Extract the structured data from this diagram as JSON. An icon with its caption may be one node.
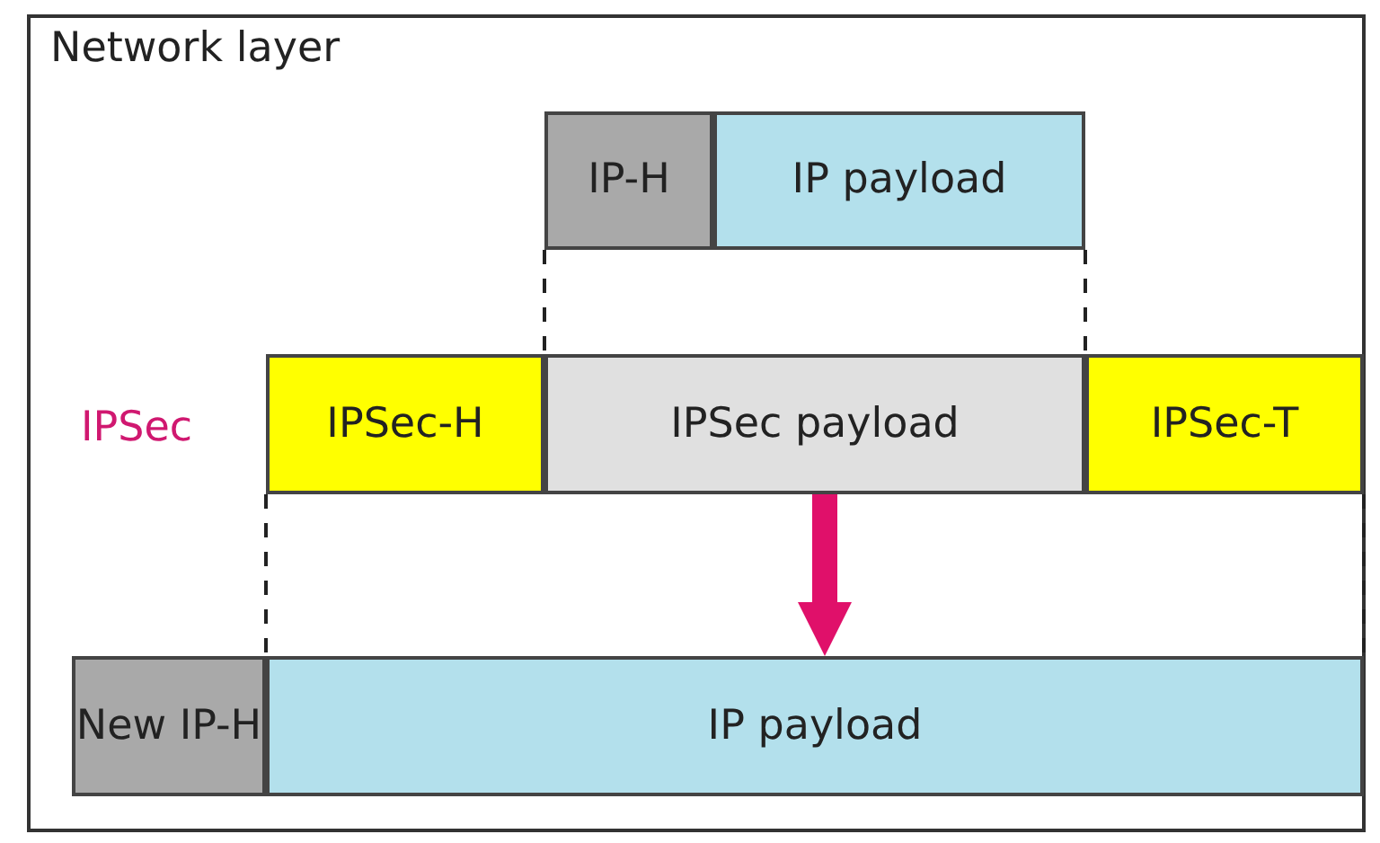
{
  "diagram": {
    "nodes": [
      {
        "text": [
          "Network layer"
        ]
      },
      {
        "text": [
          "IP-H"
        ],
        "in": 0
      },
      {
        "text": [
          "IP payload"
        ],
        "in": 0
      },
      {
        "text": [
          "IPSec-H"
        ],
        "in": 0
      },
      {
        "text": [
          "IPSec payload"
        ],
        "in": 0
      },
      {
        "text": [
          "IPSec-T"
        ],
        "in": 0
      },
      {
        "text": [
          "New IP-H"
        ],
        "in": 0
      },
      {
        "text": [
          "IP payload"
        ],
        "in": 0
      }
    ],
    "edges": [
      {
        "from": 1,
        "to": 4,
        "arrow": "none",
        "style": "dashed"
      },
      {
        "from": 2,
        "to": 4,
        "arrow": "none",
        "style": "dashed"
      },
      {
        "from": 3,
        "to": 7,
        "arrow": "none",
        "style": "dashed"
      },
      {
        "from": 5,
        "to": 7,
        "arrow": "none",
        "style": "dashed"
      },
      {
        "from": 4,
        "to": 7,
        "arrow": "to",
        "style": "thick",
        "color": "#e0106a"
      }
    ],
    "labels": [
      "IPSec"
    ]
  }
}
